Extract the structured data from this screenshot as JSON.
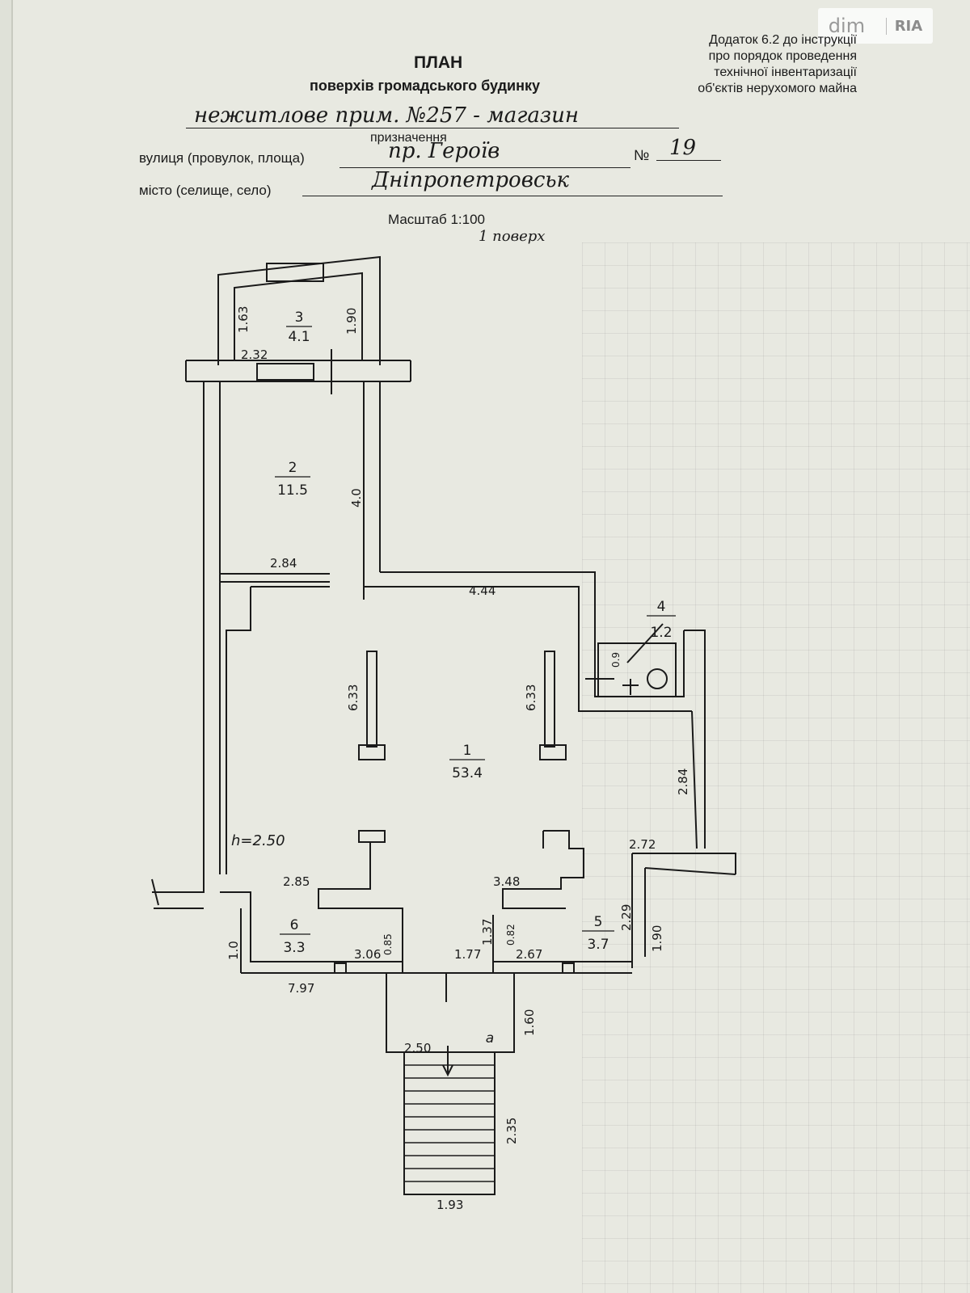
{
  "watermark": {
    "dim": "dim",
    "ria": "RIA"
  },
  "header": {
    "appendix_lines": [
      "Додаток 6.2 до інструкції",
      "про порядок проведення",
      "технічної інвентаризації",
      "об'єктів нерухомого майна"
    ],
    "title": "ПЛАН",
    "subtitle": "поверхів громадського будинку",
    "purpose_handwritten": "нежитлове прим. №257 - магазин",
    "purpose_caption": "призначення",
    "street_label": "вулиця (провулок, площа)",
    "street_value": "пр. Героїв",
    "number_label": "№",
    "number_value": "19",
    "city_label": "місто (селище, село)",
    "city_value": "Дніпропетровськ",
    "scale": "Масштаб 1:100",
    "floor": "1 поверх"
  },
  "rooms": [
    {
      "number": "1",
      "area": "53.4"
    },
    {
      "number": "2",
      "area": "11.5"
    },
    {
      "number": "3",
      "area": "4.1"
    },
    {
      "number": "4",
      "area": "1.2"
    },
    {
      "number": "5",
      "area": "3.7"
    },
    {
      "number": "6",
      "area": "3.3"
    },
    {
      "number": "a",
      "area": ""
    }
  ],
  "dimensions": {
    "r3_left": "1.63",
    "r3_right": "1.90",
    "r3_bottom": "2.32",
    "r2_right": "4.0",
    "r2_bottom": "2.84",
    "r1_top": "4.44",
    "col_left": "6.33",
    "col_right": "6.33",
    "r4_side": "0.9",
    "east_wall": "2.84",
    "east_step": "2.72",
    "height": "h=2.50",
    "r6_top": "2.85",
    "r6_bottom": "3.06",
    "r6_door": "0.85",
    "left_side": "1.0",
    "total": "7.97",
    "center_top": "1.37",
    "center_bottom": "1.77",
    "r5_top": "3.48",
    "r5_door": "0.82",
    "r5_bottom": "2.67",
    "r5_right": "2.29",
    "right_side": "1.90",
    "porch_width": "2.50",
    "porch_depth": "1.60",
    "stairs_length": "2.35",
    "stairs_width": "1.93"
  }
}
